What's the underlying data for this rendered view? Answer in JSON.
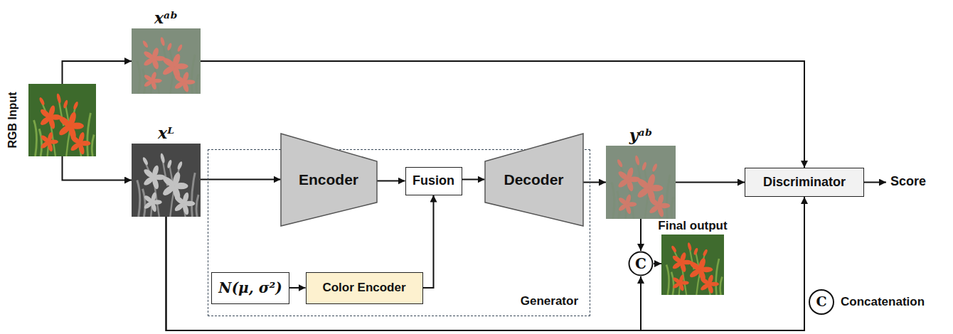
{
  "diagram": {
    "nodes": [
      {
        "text": [
          "RGB Input"
        ]
      },
      {
        "text": [
          "xᵃᵇ"
        ]
      },
      {
        "text": [
          "xᴸ"
        ]
      },
      {
        "text": [
          "Generator"
        ]
      },
      {
        "text": [
          "Encoder"
        ],
        "in": 3
      },
      {
        "text": [
          "Fusion"
        ],
        "in": 3
      },
      {
        "text": [
          "Decoder"
        ],
        "in": 3
      },
      {
        "text": [
          "N(μ, σ²)"
        ],
        "in": 3
      },
      {
        "text": [
          "Color  Encoder"
        ],
        "in": 3
      },
      {
        "text": [
          "yᵃᵇ"
        ]
      },
      {
        "text": [
          "Discriminator"
        ]
      },
      {
        "text": [
          "C"
        ]
      },
      {
        "text": [
          "Final output"
        ]
      }
    ],
    "edges": [
      {
        "from": 0,
        "to": 1,
        "arrow": "to"
      },
      {
        "from": 0,
        "to": 2,
        "arrow": "to"
      },
      {
        "from": 1,
        "to": 10,
        "arrow": "to"
      },
      {
        "from": 2,
        "to": 4,
        "arrow": "to"
      },
      {
        "from": 4,
        "to": 5,
        "arrow": "to"
      },
      {
        "from": 5,
        "to": 6,
        "arrow": "to"
      },
      {
        "from": 7,
        "to": 8,
        "arrow": "to"
      },
      {
        "from": 8,
        "to": 5,
        "arrow": "to"
      },
      {
        "from": 6,
        "to": 9,
        "arrow": "to"
      },
      {
        "from": 9,
        "to": 10,
        "arrow": "to"
      },
      {
        "from": 9,
        "to": 11,
        "arrow": "to"
      },
      {
        "from": 11,
        "to": 12,
        "arrow": "to"
      },
      {
        "from": 2,
        "to": 11,
        "arrow": "to"
      },
      {
        "from": 2,
        "to": 10,
        "arrow": "to"
      }
    ],
    "labels": [
      "Score",
      "C"
    ],
    "legend": [
      {
        "text": "Concatenation"
      }
    ]
  }
}
